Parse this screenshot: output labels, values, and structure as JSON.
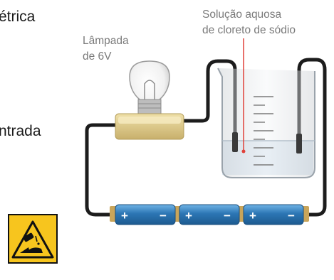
{
  "text_fragments": {
    "top": "étrica",
    "middle": "ntrada"
  },
  "labels": {
    "lamp_line1": "Lâmpada",
    "lamp_line2": "de 6V",
    "solution_line1": "Solução aquosa",
    "solution_line2": "de cloreto de sódio"
  },
  "battery": {
    "cell_count": 3,
    "plus_sign": "+",
    "minus_sign": "−"
  },
  "warning_icon": "corrosive-hazard-icon",
  "colors": {
    "wire": "#1c1c1c",
    "battery_blue": "#2c76b4",
    "battery_highlight": "#6fb3e6",
    "battery_terminal": "#c9a55a",
    "lamp_base": "#d8c489",
    "solution": "#dfe9f2",
    "label_text": "#7a7a7a",
    "indicator_line": "#e0413a",
    "hazard_yellow": "#f7c51e"
  }
}
